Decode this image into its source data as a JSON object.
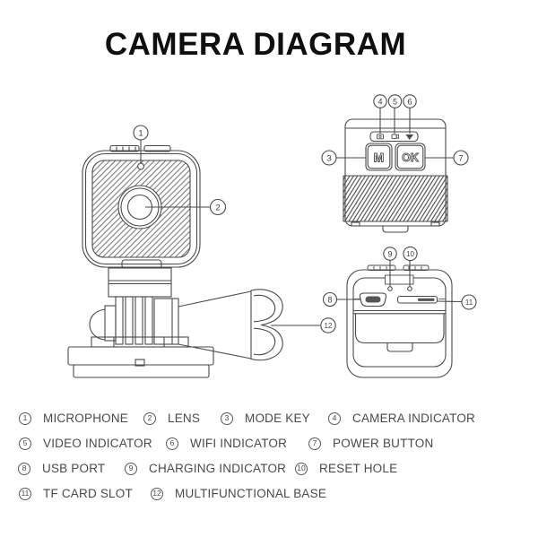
{
  "title": "CAMERA DIAGRAM",
  "diagram": {
    "mode_key_label": "M",
    "ok_key_label": "OK",
    "callouts": [
      "1",
      "2",
      "3",
      "4",
      "5",
      "6",
      "7",
      "8",
      "9",
      "10",
      "11",
      "12"
    ],
    "top_strip_icons": [
      "camera-icon",
      "video-camera-icon",
      "wifi-icon"
    ]
  },
  "legend": {
    "items": [
      {
        "num": "1",
        "label": "MICROPHONE"
      },
      {
        "num": "2",
        "label": "LENS"
      },
      {
        "num": "3",
        "label": "MODE KEY"
      },
      {
        "num": "4",
        "label": "CAMERA INDICATOR"
      },
      {
        "num": "5",
        "label": "VIDEO INDICATOR"
      },
      {
        "num": "6",
        "label": "WIFI INDICATOR"
      },
      {
        "num": "7",
        "label": "POWER BUTTON"
      },
      {
        "num": "8",
        "label": "USB PORT"
      },
      {
        "num": "9",
        "label": "CHARGING INDICATOR"
      },
      {
        "num": "10",
        "label": "RESET HOLE"
      },
      {
        "num": "11",
        "label": "TF CARD SLOT"
      },
      {
        "num": "12",
        "label": "MULTIFUNCTIONAL BASE"
      }
    ]
  },
  "colors": {
    "background": "#ffffff",
    "line": "#4a4a4a",
    "title_text": "#0f0f0f",
    "legend_text": "#4a4a4a"
  }
}
